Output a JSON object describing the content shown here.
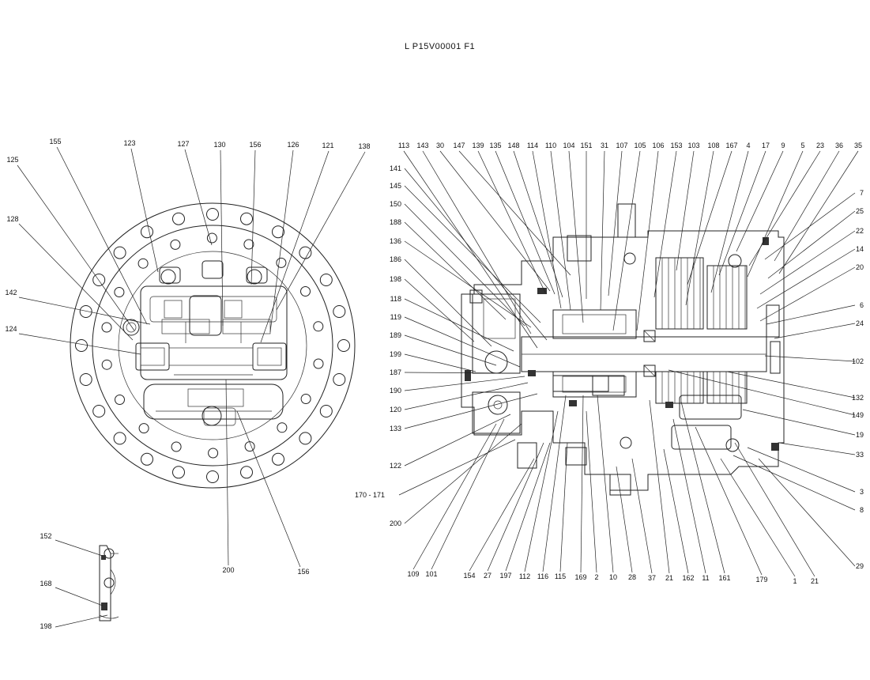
{
  "drawing_code": "L P15V00001 F1",
  "left_view": {
    "labels": [
      "155",
      "123",
      "127",
      "130",
      "156",
      "126",
      "121",
      "138",
      "125",
      "128",
      "142",
      "124",
      "200",
      "156"
    ]
  },
  "right_view": {
    "top_labels": [
      "113",
      "143",
      "30",
      "147",
      "139",
      "135",
      "148",
      "114",
      "110",
      "104",
      "151",
      "31",
      "107",
      "105",
      "106",
      "153",
      "103",
      "108",
      "167",
      "4",
      "17",
      "9",
      "5",
      "23",
      "36",
      "35"
    ],
    "left_labels": [
      "141",
      "145",
      "150",
      "188",
      "136",
      "186",
      "198",
      "118",
      "119",
      "189",
      "199",
      "187",
      "190",
      "120",
      "133",
      "122",
      "170 - 171",
      "200"
    ],
    "right_labels": [
      "7",
      "25",
      "22",
      "14",
      "20",
      "6",
      "24",
      "102",
      "132",
      "149",
      "19",
      "33",
      "3",
      "8",
      "29"
    ],
    "bottom_labels": [
      "109",
      "101",
      "154",
      "27",
      "197",
      "112",
      "116",
      "115",
      "169",
      "2",
      "10",
      "28",
      "37",
      "21",
      "162",
      "11",
      "161",
      "179",
      "1",
      "21"
    ]
  },
  "detail_view": {
    "labels": [
      "152",
      "168",
      "198"
    ]
  }
}
